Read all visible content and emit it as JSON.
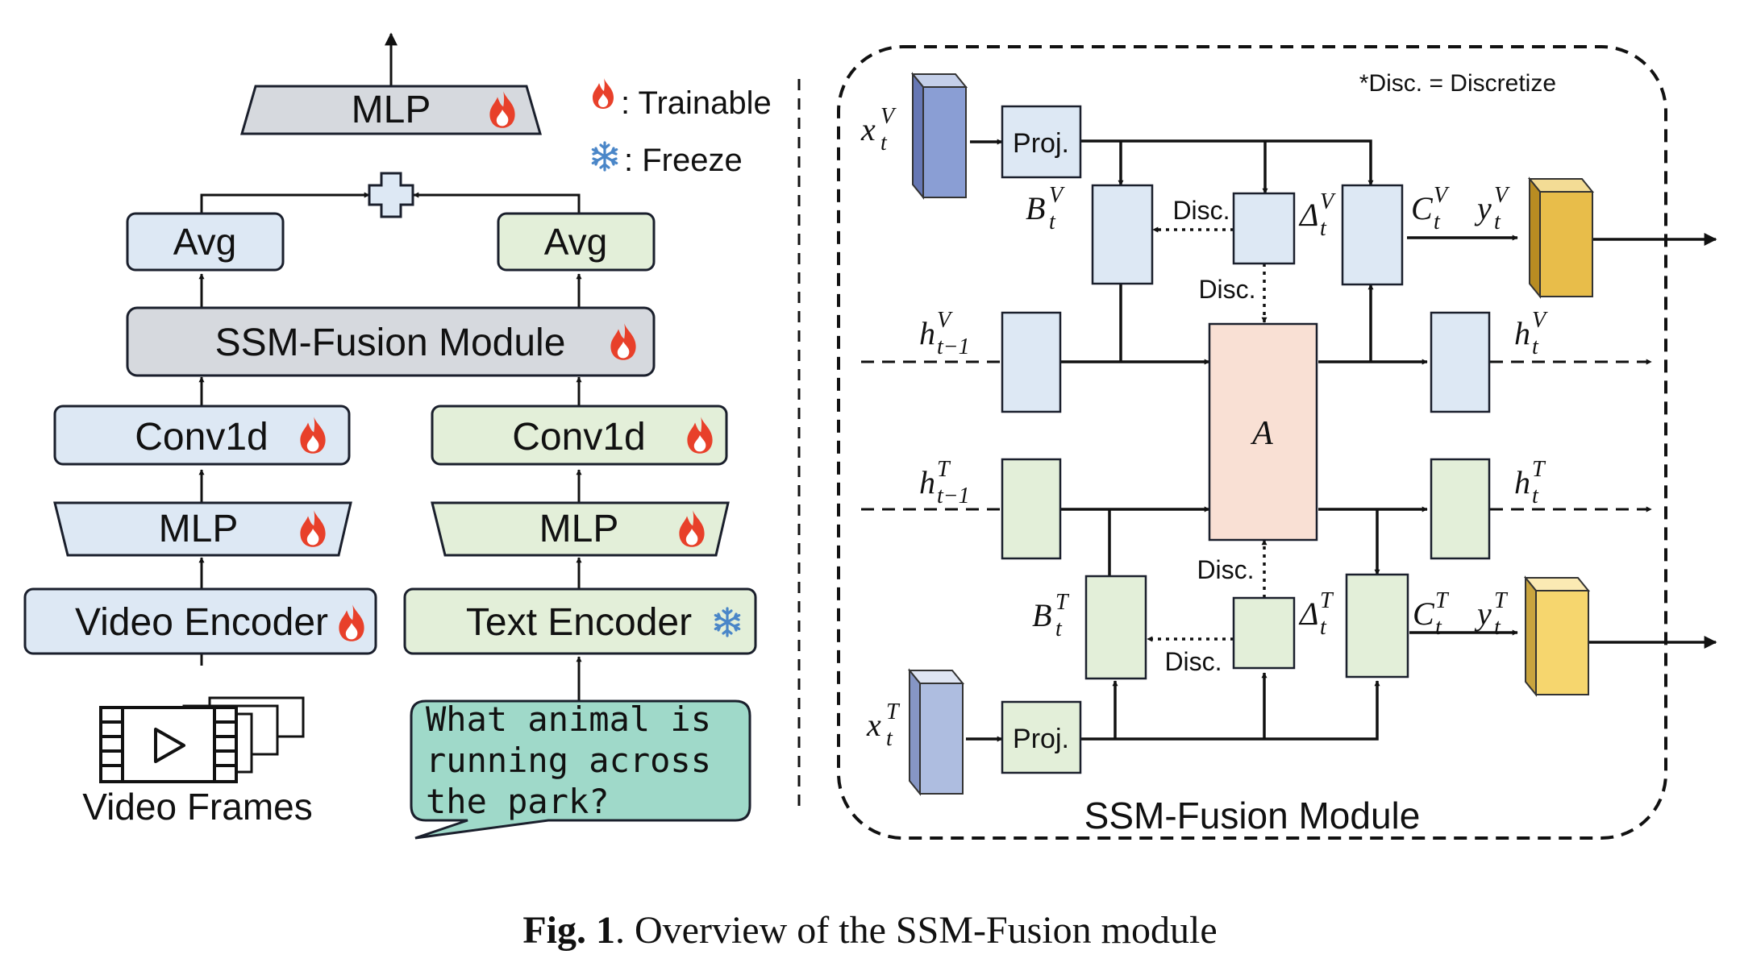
{
  "legend": {
    "trainable_label": ": Trainable",
    "freeze_label": ": Freeze",
    "note": "*Disc. = Discretize"
  },
  "left_pipeline": {
    "top_mlp": "MLP",
    "avg_video": "Avg",
    "avg_text": "Avg",
    "ssm_fusion": "SSM-Fusion Module",
    "conv_video": "Conv1d",
    "conv_text": "Conv1d",
    "mlp_video": "MLP",
    "mlp_text": "MLP",
    "video_encoder": "Video Encoder",
    "text_encoder": "Text Encoder",
    "video_frames": "Video Frames",
    "question_lines": [
      "What animal is",
      "running across",
      "the park?"
    ]
  },
  "ssm_module": {
    "title": "SSM-Fusion Module",
    "proj": "Proj.",
    "disc": "Disc.",
    "a_label": "A",
    "math": {
      "x_v": {
        "base": "x",
        "sub": "t",
        "sup": "V"
      },
      "x_t": {
        "base": "x",
        "sub": "t",
        "sup": "T"
      },
      "b_v": {
        "base": "B",
        "sub": "t",
        "sup": "V"
      },
      "b_t": {
        "base": "B",
        "sub": "t",
        "sup": "T"
      },
      "d_v": {
        "base": "Δ",
        "sub": "t",
        "sup": "V"
      },
      "d_t": {
        "base": "Δ",
        "sub": "t",
        "sup": "T"
      },
      "c_v": {
        "base": "C",
        "sub": "t",
        "sup": "V"
      },
      "c_t": {
        "base": "C",
        "sub": "t",
        "sup": "T"
      },
      "y_v": {
        "base": "y",
        "sub": "t",
        "sup": "V"
      },
      "y_t": {
        "base": "y",
        "sub": "t",
        "sup": "T"
      },
      "hprev_v": {
        "base": "h",
        "sub": "t−1",
        "sup": "V"
      },
      "hprev_t": {
        "base": "h",
        "sub": "t−1",
        "sup": "T"
      },
      "h_v": {
        "base": "h",
        "sub": "t",
        "sup": "V"
      },
      "h_t": {
        "base": "h",
        "sub": "t",
        "sup": "T"
      }
    }
  },
  "caption": {
    "bold": "Fig. 1",
    "text": ". Overview of the SSM-Fusion module"
  },
  "colors": {
    "video_fill": "#dde8f4",
    "text_fill": "#e3efd9",
    "gray_fill": "#d6d9de",
    "a_fill": "#f9e0d4",
    "speech_fill": "#9fd9c9",
    "cube_blue": "#8a9ed4",
    "cube_lightblue": "#aebde0",
    "cube_gold": "#e8bd4a",
    "cube_yellow": "#f6d66e",
    "flame": "#e8402a",
    "snow": "#4a86c8"
  }
}
